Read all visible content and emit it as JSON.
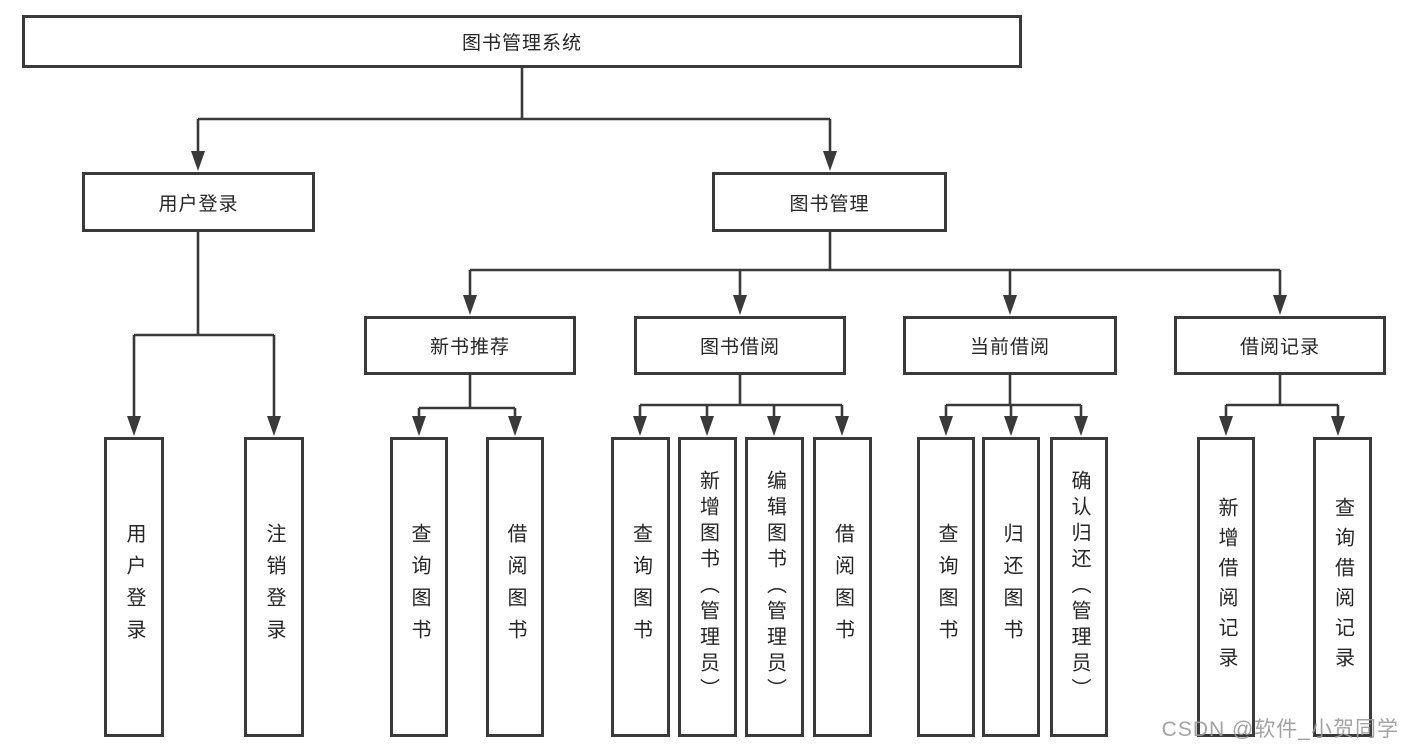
{
  "colors": {
    "line": "#3a3a3a",
    "box_border": "#3a3a3a",
    "text": "#262626",
    "background": "#ffffff",
    "watermark": "#9b9b9b"
  },
  "nodes": {
    "root": "图书管理系统",
    "level2": [
      "用户登录",
      "图书管理"
    ],
    "level3": [
      "新书推荐",
      "图书借阅",
      "当前借阅",
      "借阅记录"
    ],
    "leaves_login": [
      "用户登录",
      "注销登录"
    ],
    "leaves_recommend": [
      "查询图书",
      "借阅图书"
    ],
    "leaves_borrow": [
      "查询图书",
      "新增图书（管理员）",
      "编辑图书（管理员）",
      "借阅图书"
    ],
    "leaves_current": [
      "查询图书",
      "归还图书",
      "确认归还（管理员）"
    ],
    "leaves_records": [
      "新增借阅记录",
      "查询借阅记录"
    ]
  },
  "watermark": "CSDN @软件_小贺同学"
}
